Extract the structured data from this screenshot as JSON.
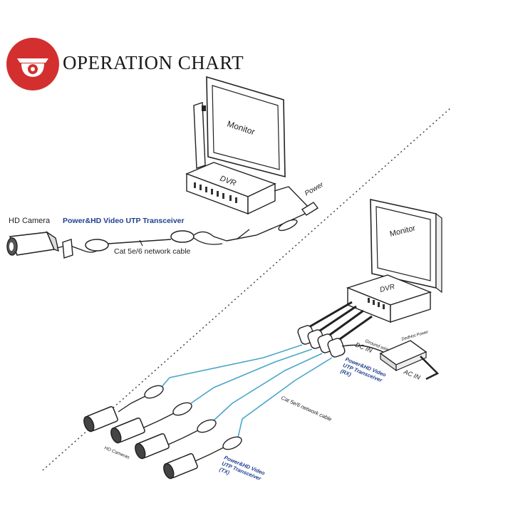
{
  "header": {
    "title": "OPERATION CHART",
    "logo_icon": "security-camera-icon"
  },
  "top_setup": {
    "monitor_label": "Monitor",
    "dvr_label": "DVR",
    "power_label": "Power",
    "camera_label": "HD Camera",
    "transceiver_label": "Power&HD Video UTP Transceiver",
    "cable_label": "Cat 5e/6 network cable"
  },
  "bottom_setup": {
    "monitor_label": "Monitor",
    "dvr_label": "DVR",
    "dc_in_label": "DC IN",
    "ac_in_label": "AC IN",
    "ground_label": "Ground wire",
    "supply_label": "DedHot Power",
    "rx_label_1": "Power&HD Video",
    "rx_label_2": "UTP Transceiver",
    "rx_label_3": "(RX)",
    "cable_label": "Cat 5e/6 network cable",
    "cameras_label": "HD Cameras",
    "tx_label_1": "Power&HD Video",
    "tx_label_2": "UTP Transceiver",
    "tx_label_3": "(TX)"
  },
  "colors": {
    "brand": "#d32f2f",
    "cable": "#4aa6c9",
    "line": "#222222",
    "label_blue": "#1f3f8f"
  }
}
